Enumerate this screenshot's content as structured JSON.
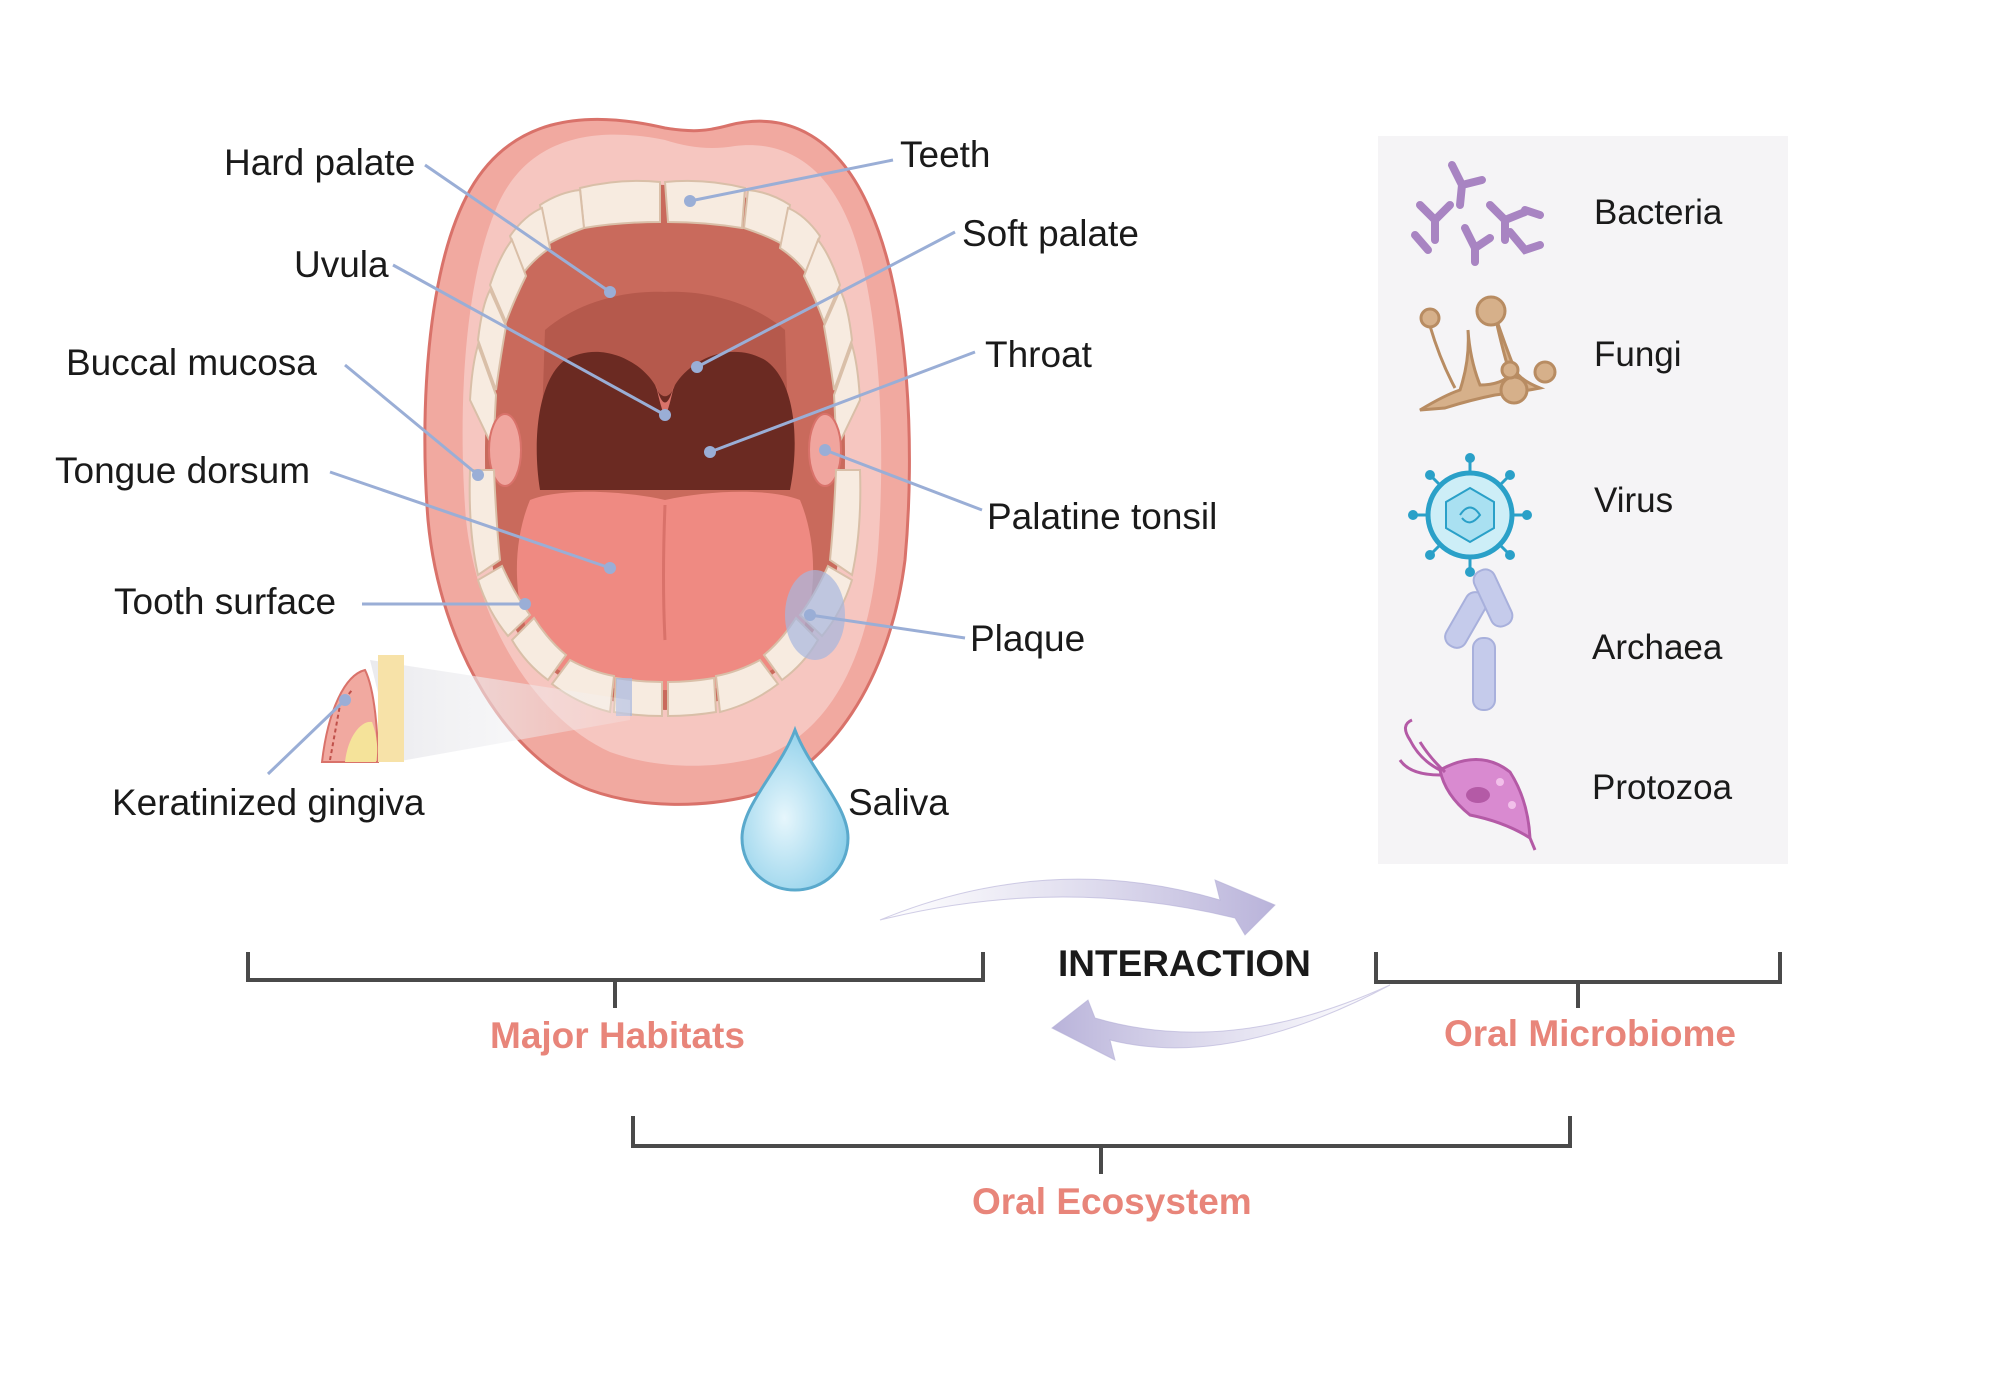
{
  "habitat_labels": {
    "hard_palate": "Hard palate",
    "uvula": "Uvula",
    "buccal_mucosa": "Buccal mucosa",
    "tongue_dorsum": "Tongue dorsum",
    "tooth_surface": "Tooth surface",
    "keratinized_gingiva": "Keratinized gingiva",
    "teeth": "Teeth",
    "soft_palate": "Soft palate",
    "throat": "Throat",
    "palatine_tonsil": "Palatine tonsil",
    "plaque": "Plaque",
    "saliva": "Saliva"
  },
  "microbes": [
    {
      "label": "Bacteria",
      "icon": "bacteria-icon"
    },
    {
      "label": "Fungi",
      "icon": "fungi-icon"
    },
    {
      "label": "Virus",
      "icon": "virus-icon"
    },
    {
      "label": "Archaea",
      "icon": "archaea-icon"
    },
    {
      "label": "Protozoa",
      "icon": "protozoa-icon"
    }
  ],
  "groups": {
    "major_habitats": "Major Habitats",
    "oral_microbiome": "Oral Microbiome",
    "oral_ecosystem": "Oral Ecosystem",
    "interaction": "INTERACTION"
  },
  "colors": {
    "group_label": "#e8857a",
    "leader_line": "#9aaed6",
    "bracket": "#4a4a4a",
    "legend_bg": "#f5f4f6"
  }
}
